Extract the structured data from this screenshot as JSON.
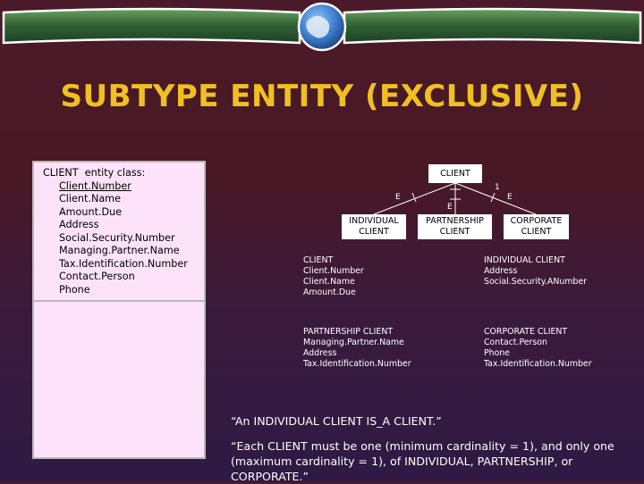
{
  "slide_title": "SUBTYPE ENTITY (EXCLUSIVE)",
  "left_panel": {
    "heading": "CLIENT  entity class:",
    "attributes": [
      "Client.Number",
      "Client.Name",
      "Amount.Due",
      "Address",
      "Social.Security.Number",
      "Managing.Partner.Name",
      "Tax.Identification.Number",
      "Contact.Person",
      "Phone"
    ]
  },
  "diagram": {
    "supertype": "CLIENT",
    "subtypes": [
      {
        "line1": "INDIVIDUAL",
        "line2": "CLIENT"
      },
      {
        "line1": "PARTNERSHIP",
        "line2": "CLIENT"
      },
      {
        "line1": "CORPORATE",
        "line2": "CLIENT"
      }
    ],
    "marks": {
      "one": "1",
      "e_left": "E",
      "e_middle": "E",
      "e_right": "E"
    }
  },
  "attribute_lists": {
    "client": [
      "CLIENT",
      "Client.Number",
      "Client.Name",
      "Amount.Due"
    ],
    "individual": [
      "INDIVIDUAL CLIENT",
      "Address",
      "Social.Security.ANumber"
    ],
    "partnership": [
      "PARTNERSHIP CLIENT",
      "Managing.Partner.Name",
      "Address",
      "Tax.Identification.Number"
    ],
    "corporate": [
      "CORPORATE CLIENT",
      "Contact.Person",
      "Phone",
      "Tax.Identification.Number"
    ]
  },
  "notes": {
    "isa": "“An INDIVIDUAL CLIENT IS_A CLIENT.”",
    "cardinality": "“Each CLIENT must be one (minimum cardinality = 1), and only one (maximum cardinality = 1), of INDIVIDUAL, PARTNERSHIP, or CORPORATE.”"
  },
  "colors": {
    "title": "#f0c020",
    "panel_background": "#fde3fa",
    "banner_fill": "#3a6e3a",
    "globe": "#3a78c8"
  }
}
